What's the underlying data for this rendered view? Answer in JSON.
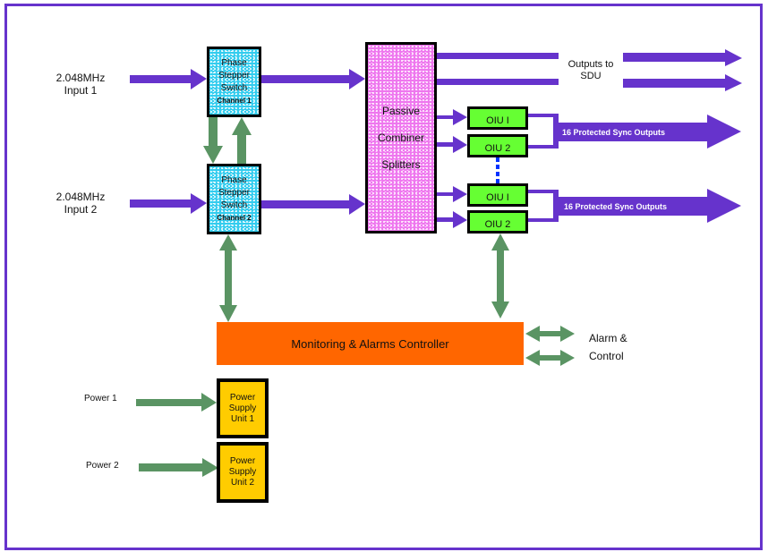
{
  "colors": {
    "frame": "#6633CC",
    "signal_arrow": "#6633CC",
    "control_arrow": "#5A9463",
    "phase_stepper_fill": "#33CCEE",
    "combiner_fill": "#EE77EE",
    "oiu_fill": "#66FF33",
    "controller_fill": "#FF6600",
    "psu_fill": "#FFCC00",
    "dotted_link": "#0033FF"
  },
  "inputs": [
    {
      "freq": "2.048MHz",
      "name": "Input 1"
    },
    {
      "freq": "2.048MHz",
      "name": "Input 2"
    }
  ],
  "phase_steppers": [
    {
      "line1": "Phase",
      "line2": "Stepper",
      "line3": "Switch",
      "channel": "Channel 1"
    },
    {
      "line1": "Phase",
      "line2": "Stepper",
      "line3": "Switch",
      "channel": "Channel 2"
    }
  ],
  "combiner": {
    "line1": "Passive",
    "line2": "Combiner",
    "line3": "Splitters"
  },
  "sdu_outputs": {
    "line1": "Outputs to",
    "line2": "SDU"
  },
  "oius": [
    {
      "label": "OIU I"
    },
    {
      "label": "OIU 2"
    },
    {
      "label": "OIU I"
    },
    {
      "label": "OIU 2"
    }
  ],
  "sync_outputs": [
    {
      "label": "16 Protected Sync Outputs"
    },
    {
      "label": "16 Protected Sync Outputs"
    }
  ],
  "controller": {
    "label": "Monitoring & Alarms Controller"
  },
  "alarm_control": {
    "line1": "Alarm &",
    "line2": "Control"
  },
  "power_inputs": [
    {
      "label": "Power 1"
    },
    {
      "label": "Power 2"
    }
  ],
  "psus": [
    {
      "line1": "Power",
      "line2": "Supply",
      "line3": "Unit 1"
    },
    {
      "line1": "Power",
      "line2": "Supply",
      "line3": "Unit 2"
    }
  ]
}
